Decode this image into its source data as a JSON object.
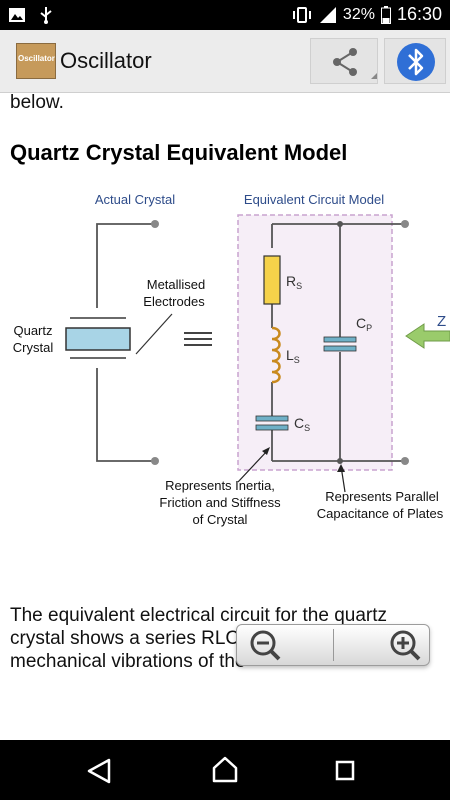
{
  "status_bar": {
    "battery": "32%",
    "time": "16:30",
    "icons": [
      "image-icon",
      "usb-icon",
      "vibrate-icon",
      "signal-icon",
      "battery-icon"
    ]
  },
  "app_bar": {
    "title": "Oscillator",
    "logo_text": "Oscillator",
    "actions": [
      "share-icon",
      "bluetooth-icon"
    ]
  },
  "article": {
    "intro_tail": "below.",
    "section_title": "Quartz Crystal Equivalent Model",
    "body_text": "The equivalent electrical circuit for the quartz crystal shows a series RLC represents the mechanical vibrations of the"
  },
  "diagram": {
    "label_actual": "Actual Crystal",
    "label_equivalent": "Equivalent Circuit Model",
    "label_electrodes_1": "Metallised",
    "label_electrodes_2": "Electrodes",
    "label_quartz_1": "Quartz",
    "label_quartz_2": "Crystal",
    "label_rs": "R",
    "label_rs_sub": "S",
    "label_ls": "L",
    "label_ls_sub": "S",
    "label_cs": "C",
    "label_cs_sub": "S",
    "label_cp": "C",
    "label_cp_sub": "P",
    "label_z": "Z",
    "note_inertia_1": "Represents Inertia,",
    "note_inertia_2": "Friction and Stiffness",
    "note_inertia_3": "of Crystal",
    "note_parallel_1": "Represents Parallel",
    "note_parallel_2": "Capacitance of Plates"
  },
  "colors": {
    "status_bar": "#000000",
    "app_bar": "#ececec",
    "bluetooth": "#2f6fd6",
    "diagram_label": "#2e4c8a",
    "resistor": "#f5d24a",
    "inductor": "#c98a1e",
    "capacitor": "#6fb0c7",
    "crystal": "#a8d4e6",
    "dashed_box": "#c9a4cf",
    "z_arrow": "#9acb6b"
  },
  "zoom": {
    "controls": [
      "zoom-out-icon",
      "zoom-in-icon"
    ]
  },
  "nav_bar": {
    "buttons": [
      "back-icon",
      "home-icon",
      "recents-icon"
    ]
  }
}
